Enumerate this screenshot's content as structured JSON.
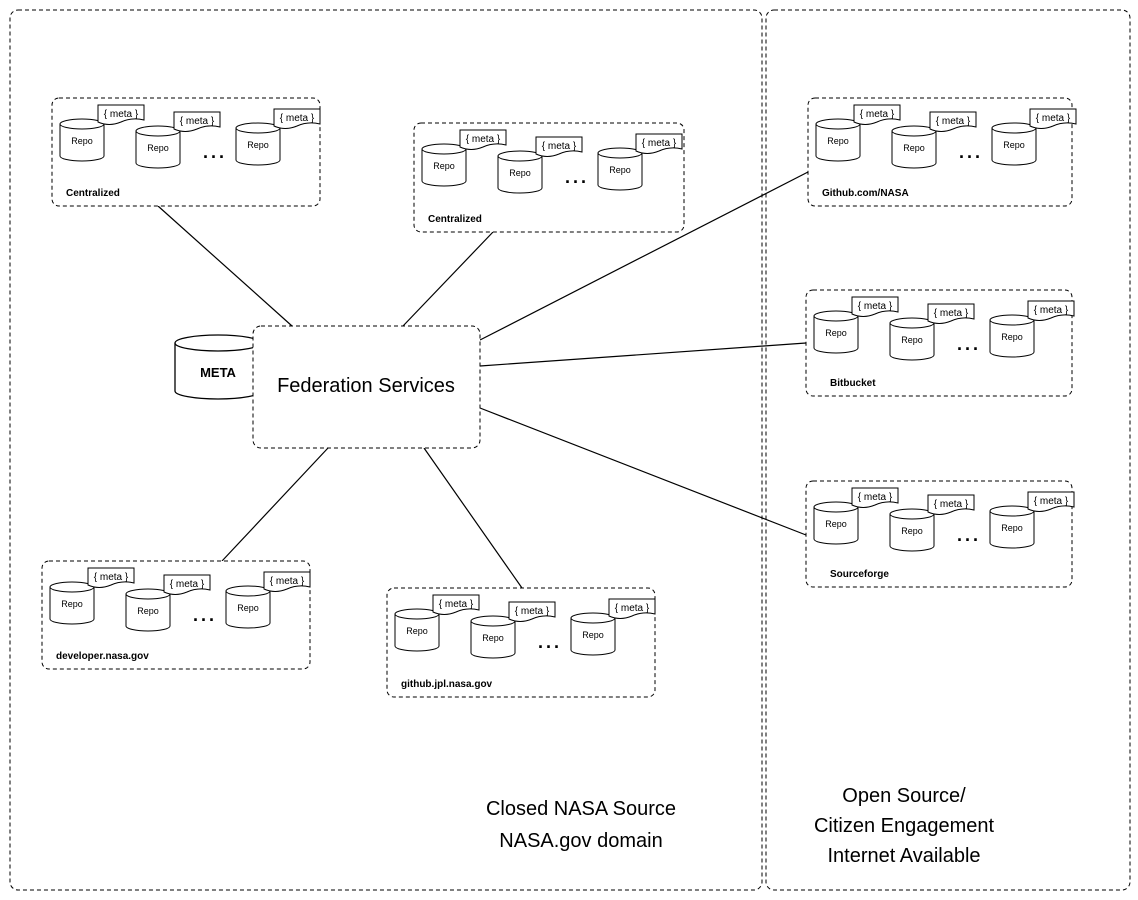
{
  "center": {
    "meta_label": "META",
    "federation_label": "Federation Services"
  },
  "zones": {
    "closed": {
      "line1": "Closed NASA Source",
      "line2": "NASA.gov domain"
    },
    "open": {
      "line1": "Open  Source/",
      "line2": "Citizen Engagement",
      "line3": "Internet Available"
    }
  },
  "clusters": [
    {
      "name": "Centralized",
      "repo_label": "Repo",
      "meta_label": "{ meta }",
      "ellipsis": "..."
    },
    {
      "name": "Centralized",
      "repo_label": "Repo",
      "meta_label": "{ meta }",
      "ellipsis": "..."
    },
    {
      "name": "developer.nasa.gov",
      "repo_label": "Repo",
      "meta_label": "{ meta }",
      "ellipsis": "..."
    },
    {
      "name": "github.jpl.nasa.gov",
      "repo_label": "Repo",
      "meta_label": "{ meta }",
      "ellipsis": "..."
    },
    {
      "name": "Github.com/NASA",
      "repo_label": "Repo",
      "meta_label": "{ meta }",
      "ellipsis": "..."
    },
    {
      "name": "Bitbucket",
      "repo_label": "Repo",
      "meta_label": "{ meta }",
      "ellipsis": "..."
    },
    {
      "name": "Sourceforge",
      "repo_label": "Repo",
      "meta_label": "{ meta }",
      "ellipsis": "..."
    }
  ]
}
